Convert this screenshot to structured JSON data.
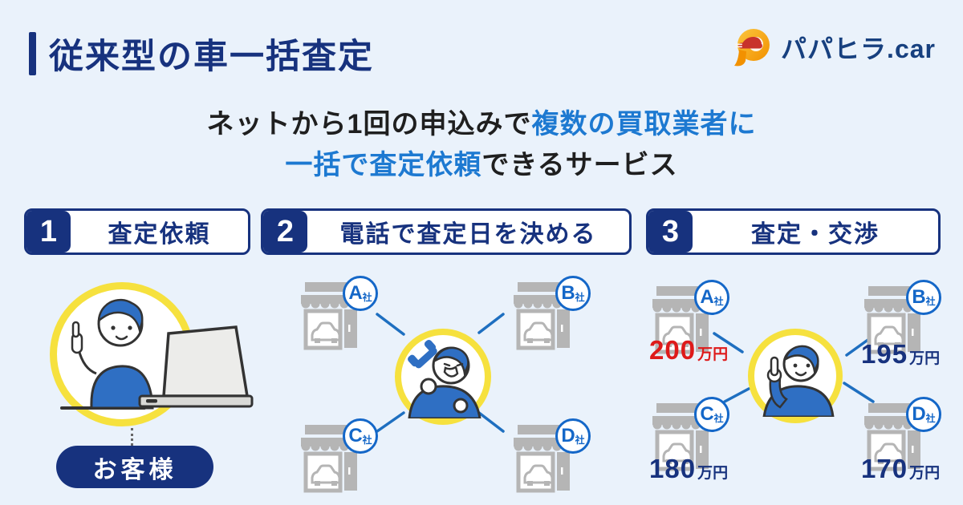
{
  "header": {
    "title": "従来型の車一括査定",
    "brand": "パパヒラ.car"
  },
  "subtitle": {
    "seg1": "ネットから1回の申込みで",
    "seg2": "複数の買取業者に",
    "seg3": "一括で査定依頼",
    "seg4": "できるサービス"
  },
  "steps": [
    {
      "number": "1",
      "label": "査定依頼"
    },
    {
      "number": "2",
      "label": "電話で査定日を決める"
    },
    {
      "number": "3",
      "label": "査定・交渉"
    }
  ],
  "step1": {
    "customer_label": "お客様"
  },
  "step2": {
    "stores": [
      {
        "letter": "A",
        "suffix": "社"
      },
      {
        "letter": "B",
        "suffix": "社"
      },
      {
        "letter": "C",
        "suffix": "社"
      },
      {
        "letter": "D",
        "suffix": "社"
      }
    ]
  },
  "step3": {
    "stores": [
      {
        "letter": "A",
        "suffix": "社",
        "price": "200",
        "unit": "万円",
        "highlight": true
      },
      {
        "letter": "B",
        "suffix": "社",
        "price": "195",
        "unit": "万円",
        "highlight": false
      },
      {
        "letter": "C",
        "suffix": "社",
        "price": "180",
        "unit": "万円",
        "highlight": false
      },
      {
        "letter": "D",
        "suffix": "社",
        "price": "170",
        "unit": "万円",
        "highlight": false
      }
    ]
  },
  "colors": {
    "background": "#eaf2fb",
    "navy": "#17327e",
    "accent_blue": "#1d79d1",
    "badge_blue": "#1467c8",
    "yellow": "#f6e13e",
    "store_gray": "#b5b5b5",
    "highlight_red": "#de1a1a"
  }
}
